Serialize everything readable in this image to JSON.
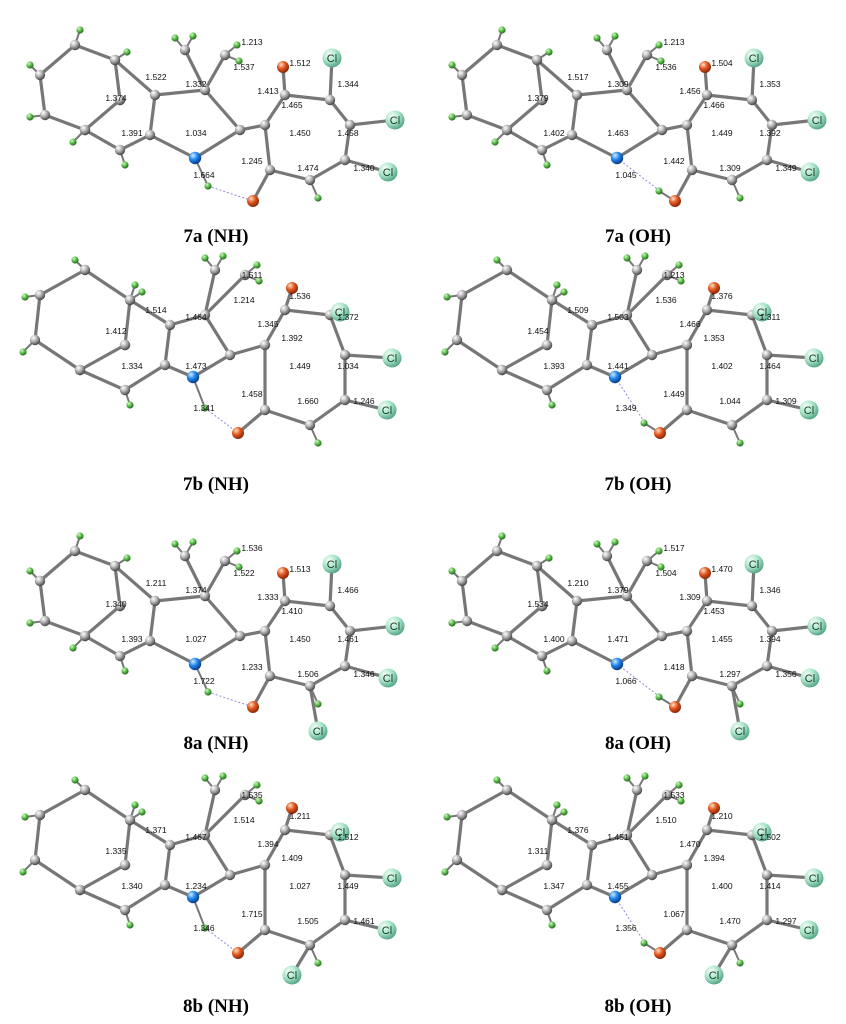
{
  "atom_colors": {
    "carbon": "#9a9a9a",
    "hydrogen": "#56b84a",
    "nitrogen": "#1e7fe6",
    "oxygen": "#e0541c",
    "chlorine": "#9fe0c4"
  },
  "chlorine_label": "Cl",
  "panels": [
    {
      "title": "7a (NH)",
      "bond_lengths": [
        "1.522",
        "1.537",
        "1.213",
        "1.512",
        "1.344",
        "1.374",
        "1.332",
        "1.413",
        "1.465",
        "1.391",
        "1.450",
        "1.458",
        "1.034",
        "1.245",
        "1.474",
        "1.340",
        "1.664"
      ]
    },
    {
      "title": "7a (OH)",
      "bond_lengths": [
        "1.517",
        "1.536",
        "1.213",
        "1.504",
        "1.353",
        "1.379",
        "1.309",
        "1.456",
        "1.466",
        "1.402",
        "1.449",
        "1.392",
        "1.463",
        "1.442",
        "1.309",
        "1.349",
        "1.045"
      ]
    },
    {
      "title": "7b (NH)",
      "bond_lengths": [
        "1.514",
        "1.214",
        "1.511",
        "1.536",
        "1.372",
        "1.412",
        "1.464",
        "1.345",
        "1.392",
        "1.334",
        "1.449",
        "1.034",
        "1.473",
        "1.458",
        "1.660",
        "1.246",
        "1.341"
      ]
    },
    {
      "title": "7b (OH)",
      "bond_lengths": [
        "1.509",
        "1.536",
        "1.213",
        "1.376",
        "1.311",
        "1.454",
        "1.503",
        "1.466",
        "1.353",
        "1.393",
        "1.402",
        "1.464",
        "1.441",
        "1.449",
        "1.044",
        "1.309",
        "1.349"
      ]
    },
    {
      "title": "8a (NH)",
      "bond_lengths": [
        "1.211",
        "1.522",
        "1.536",
        "1.513",
        "1.466",
        "1.340",
        "1.374",
        "1.333",
        "1.410",
        "1.393",
        "1.450",
        "1.461",
        "1.027",
        "1.233",
        "1.506",
        "1.346",
        "1.722"
      ]
    },
    {
      "title": "8a (OH)",
      "bond_lengths": [
        "1.210",
        "1.504",
        "1.517",
        "1.470",
        "1.346",
        "1.534",
        "1.379",
        "1.309",
        "1.453",
        "1.400",
        "1.455",
        "1.394",
        "1.471",
        "1.418",
        "1.297",
        "1.356",
        "1.066"
      ]
    },
    {
      "title": "8b (NH)",
      "bond_lengths": [
        "1.371",
        "1.514",
        "1.535",
        "1.211",
        "1.512",
        "1.335",
        "1.467",
        "1.394",
        "1.409",
        "1.340",
        "1.027",
        "1.449",
        "1.234",
        "1.715",
        "1.505",
        "1.461",
        "1.346"
      ]
    },
    {
      "title": "8b (OH)",
      "bond_lengths": [
        "1.376",
        "1.510",
        "1.533",
        "1.210",
        "1.502",
        "1.311",
        "1.451",
        "1.470",
        "1.394",
        "1.347",
        "1.400",
        "1.414",
        "1.455",
        "1.067",
        "1.470",
        "1.297",
        "1.356"
      ]
    }
  ]
}
